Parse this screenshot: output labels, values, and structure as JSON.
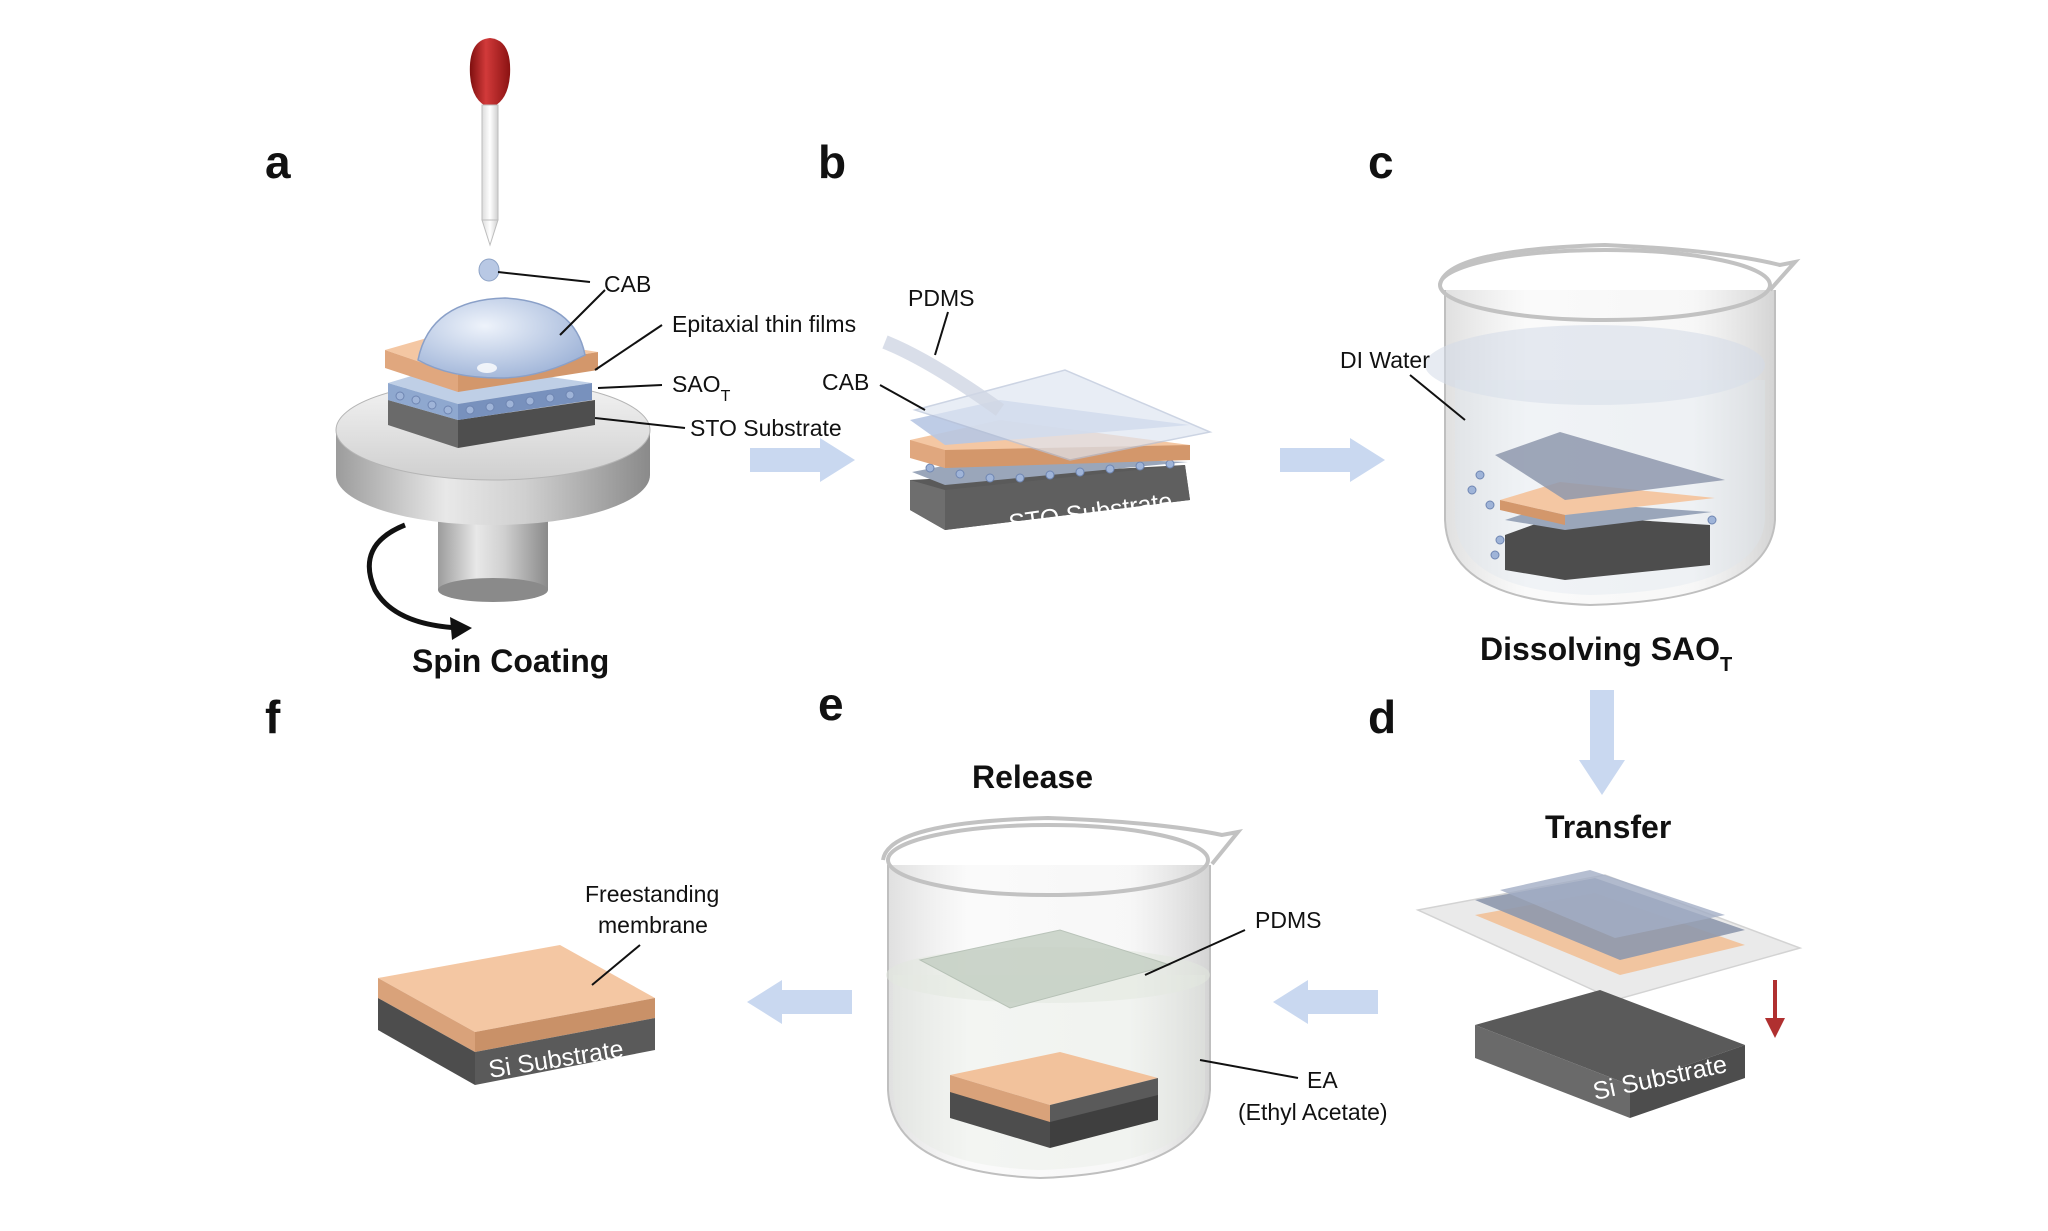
{
  "panels": {
    "a": "a",
    "b": "b",
    "c": "c",
    "d": "d",
    "e": "e",
    "f": "f"
  },
  "labels": {
    "cab_a": "CAB",
    "epitaxial": "Epitaxial thin films",
    "sao_main": "SAO",
    "sao_sub": "T",
    "sto_a": "STO Substrate",
    "pdms_b": "PDMS",
    "cab_b": "CAB",
    "sto_b": "STO Substrate",
    "di_water": "DI Water",
    "pdms_e": "PDMS",
    "ea_line1": "EA",
    "ea_line2": "(Ethyl Acetate)",
    "freestanding_line1": "Freestanding",
    "freestanding_line2": "membrane",
    "si_d": "Si Substrate",
    "si_f": "Si Substrate"
  },
  "steps": {
    "spin_coating": "Spin Coating",
    "dissolving_main": "Dissolving SAO",
    "dissolving_sub": "T",
    "transfer": "Transfer",
    "release": "Release"
  },
  "colors": {
    "film_orange": "#f2c29c",
    "substrate_gray": "#5a5a5a",
    "pdms_blue": "#c7d6ec",
    "arrow_blue": "#c9d8f0",
    "dropper_red": "#b51c1c",
    "down_arrow_red": "#b03030"
  }
}
